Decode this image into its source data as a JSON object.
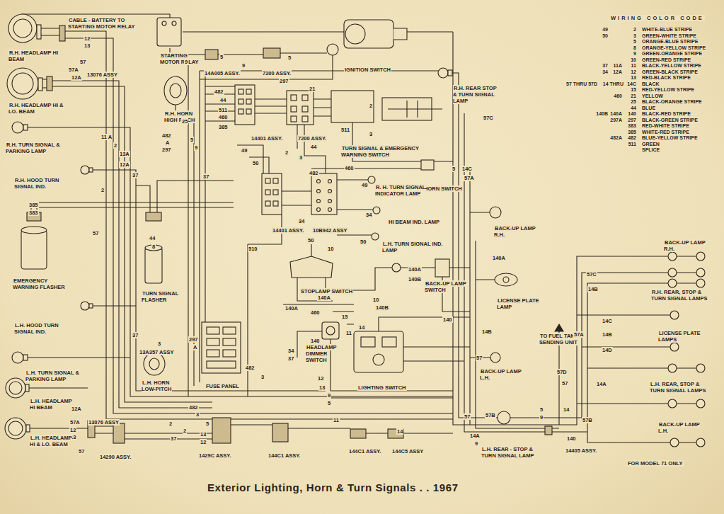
{
  "diagram": {
    "caption": "Exterior Lighting, Horn & Turn Signals . . 1967",
    "labels": [
      "CABLE - BATTERY TO STARTING MOTOR RELAY",
      "12",
      "13",
      "R.H. HEADLAMP HI BEAM",
      "57",
      "57A",
      "12A",
      "13076 ASSY",
      "STARTING MOTOR RELAY",
      "R.H. HEADLAMP HI & LO. BEAM",
      "R.H. HORN HIGH PITCH",
      "482",
      "A",
      "297",
      "25",
      "R.H. TURN SIGNAL & PARKING LAMP",
      "11 A",
      "2",
      "13A",
      "12A",
      "37",
      "R.H. HOOD TURN SIGNAL IND.",
      "2",
      "385",
      "383",
      "57",
      "EMERGENCY WARNING FLASHER",
      "44",
      "8",
      "TURN SIGNAL FLASHER",
      "L.H. HOOD TURN SIGNAL IND.",
      "37",
      "3",
      "13A357 ASSY",
      "297",
      "A",
      "L.H. HORN LOW-PITCH",
      "L.H. TURN SIGNAL & PARKING LAMP",
      "L.H. HEADLAMP HI BEAM",
      "12A",
      "57A",
      "13076 ASSY",
      "12",
      "13",
      "L.H. HEADLAMP HI & LO. BEAM",
      "57",
      "14290 ASSY.",
      "FUSE PANEL",
      "482",
      "3",
      "2",
      "5",
      "2",
      "37",
      "13",
      "12",
      "1429C ASSY.",
      "144C1 ASSY.",
      "11",
      "9",
      "5",
      "144C1 ASSY.",
      "144C5 ASSY",
      "14",
      "9",
      "14A005 ASSY.",
      "5",
      "7200 ASSY.",
      "9",
      "5",
      "297",
      "21",
      "IGNITION SWITCH",
      "482",
      "44",
      "511",
      "460",
      "385",
      "5",
      "9",
      "37",
      "14401 ASSY.",
      "7200 ASSY.",
      "49",
      "50",
      "2",
      "3",
      "44",
      "TURN SIGNAL & EMERGENCY WARNING SWITCH",
      "2",
      "511",
      "3",
      "460",
      "482",
      "HORN SWITCH",
      "14401 ASSY.",
      "34",
      "10B942 ASSY",
      "49",
      "R. H. TURN SIGNAL INDICATOR LAMP",
      "34",
      "HI BEAM IND. LAMP",
      "50",
      "10",
      "50",
      "510",
      "STOPLAMP SWITCH",
      "L.H. TURN SIGNAL IND. LAMP",
      "140A",
      "140B",
      "BACK-UP LAMP SWITCH",
      "10",
      "140B",
      "140A",
      "140A",
      "460",
      "15",
      "14",
      "11",
      "140",
      "140",
      "34",
      "37",
      "HEADLAMP DIMMER SWITCH",
      "12",
      "13",
      "482",
      "3",
      "LIGHTING SWITCH",
      "R.H. REAR STOP & TURN SIGNAL LAMP",
      "57C",
      "5",
      "14C",
      "57A",
      "BACK-UP LAMP R.H.",
      "140A",
      "LICENSE PLATE LAMP",
      "14B",
      "57",
      "BACK-UP LAMP L.H.",
      "57B",
      "57",
      "14A",
      "9",
      "L.H. REAR - STOP & TURN SIGNAL LAMP",
      "TO FUEL TANK SENDING UNIT",
      "BACK-UP LAMP R.H.",
      "57C",
      "14B",
      "R.H. REAR, STOP & TURN SIGNAL LAMPS",
      "57A",
      "14C",
      "14B",
      "14D",
      "LICENSE PLATE LAMPS",
      "57D",
      "57",
      "14A",
      "L.H. REAR, STOP & TURN SIGNAL LAMPS",
      "5",
      "9",
      "14",
      "57B",
      "BACK-UP LAMP L.H.",
      "140",
      "14405 ASSY.",
      "FOR MODEL 71 ONLY",
      "WIRING COLOR CODE",
      "49",
      "2",
      "WHITE-BLUE STRIPE",
      "50",
      "3",
      "GREEN-WHITE STRIPE",
      "5",
      "ORANGE-BLUE STRIPE",
      "8",
      "ORANGE-YELLOW STRIPE",
      "9",
      "GREEN-ORANGE STRIPE",
      "10",
      "GREEN-RED STRIPE",
      "37",
      "11A",
      "11",
      "BLACK-YELLOW STRIPE",
      "34",
      "12A",
      "12",
      "GREEN-BLACK STRIPE",
      "13",
      "RED-BLACK STRIPE",
      "57 THRU 57D",
      "14 THRU",
      "14C",
      "BLACK",
      "15",
      "RED-YELLOW STRIPE",
      "460",
      "21",
      "YELLOW",
      "25",
      "BLACK-ORANGE STRIPE",
      "44",
      "BLUE",
      "140B",
      "140A",
      "140",
      "BLACK-RED STRIPE",
      "297A",
      "297",
      "BLACK-GREEN STRIPE",
      "383",
      "RED-WHITE STRIPE",
      "385",
      "WHITE-RED STRIPE",
      "482A",
      "482",
      "BLUE-YELLOW STRIPE",
      "511",
      "GREEN",
      "SPLICE"
    ]
  }
}
